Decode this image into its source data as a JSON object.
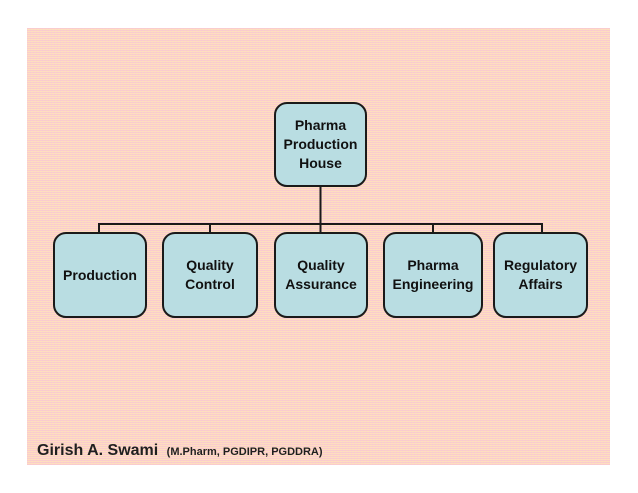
{
  "slide": {
    "background_base_color": "#fee0bd",
    "background_stripe_pink": "#f8c6d2",
    "background_stripe_peach": "#fbd6cd",
    "margin_color": "#ffffff"
  },
  "org_chart": {
    "type": "org-tree",
    "box_fill_color": "#b9dde2",
    "box_border_color": "#1a1a1a",
    "connector_color": "#1a1a1a",
    "text_color": "#111111",
    "root": {
      "label": "Pharma\nProduction\nHouse"
    },
    "children": [
      {
        "label": "Production"
      },
      {
        "label": "Quality\nControl"
      },
      {
        "label": "Quality\nAssurance"
      },
      {
        "label": "Pharma\nEngineering"
      },
      {
        "label": "Regulatory\nAffairs"
      }
    ]
  },
  "footer": {
    "author": "Girish A. Swami",
    "credentials": "(M.Pharm, PGDIPR, PGDDRA)"
  }
}
